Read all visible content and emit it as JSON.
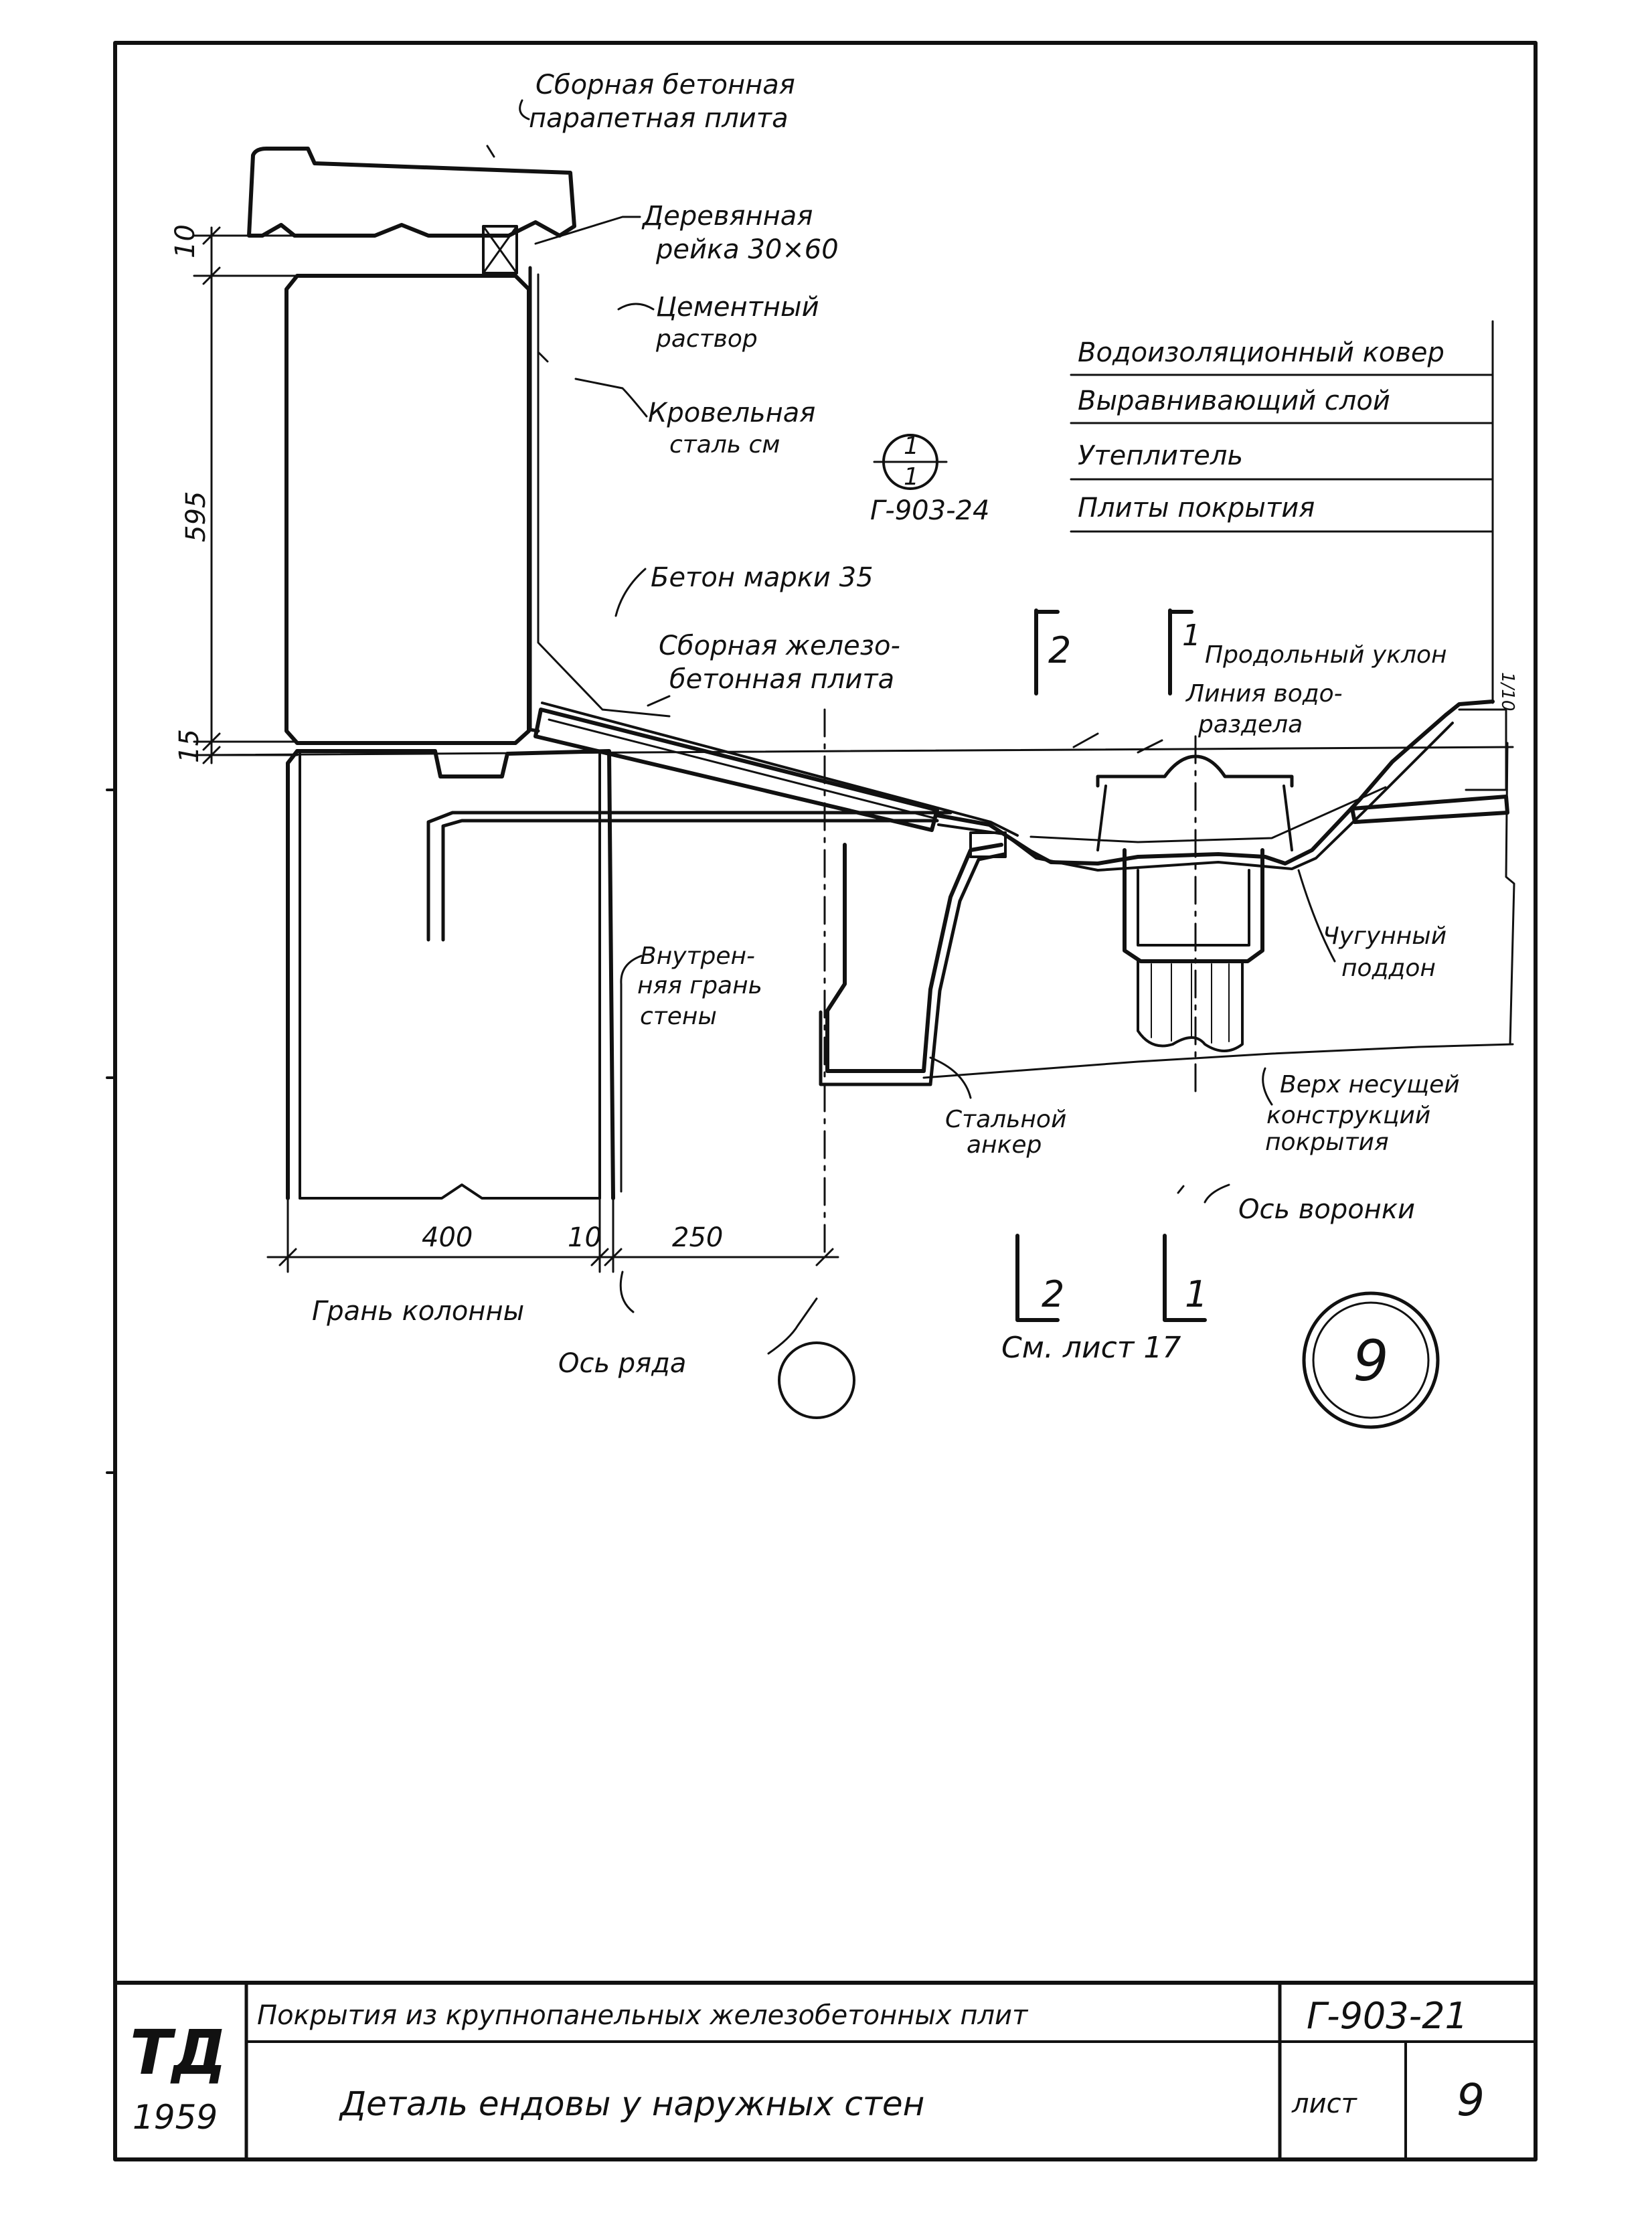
{
  "labels": {
    "parapet_slab": [
      "Сборная бетонная",
      "парапетная плита"
    ],
    "wood_strip": [
      "Деревянная",
      "рейка 30×60"
    ],
    "cement_mortar": [
      "Цементный",
      "раствор"
    ],
    "roof_steel": [
      "Кровельная",
      "сталь см"
    ],
    "concrete_grade": "Бетон марки 35",
    "rc_slab": [
      "Сборная железо-",
      "бетонная плита"
    ],
    "long_slope": "Продольный уклон",
    "watershed": [
      "Линия водо-",
      "раздела"
    ],
    "inner_face": [
      "Внутрен-",
      "няя грань",
      "стены"
    ],
    "steel_anchor": [
      "Стальной",
      "анкер"
    ],
    "cast_iron_tray": [
      "Чугунный",
      "поддон"
    ],
    "bearing_top": [
      "Верх несущей",
      "конструкций",
      "покрытия"
    ],
    "funnel_axis": "Ось воронки",
    "column_face": "Грань колонны",
    "row_axis": "Ось ряда",
    "see_sheet": "См. лист 17"
  },
  "layers": [
    "Водоизоляционный ковер",
    "Выравнивающий слой",
    "Утеплитель",
    "Плиты покрытия"
  ],
  "section_ref": {
    "num": "1",
    "den": "1",
    "code": "Г-903-24"
  },
  "section_marks": [
    "2",
    "1"
  ],
  "slope_value": "1/10",
  "detail_number": "9",
  "dimensions": {
    "d10_top": "10",
    "d595": "595",
    "d15": "15",
    "d400": "400",
    "d10_bottom": "10",
    "d250": "250"
  },
  "title_block": {
    "org": "ТД",
    "year": "1959",
    "series_title": "Покрытия из крупнопанельных железобетонных плит",
    "code": "Г-903-21",
    "sheet_title": "Деталь ендовы у наружных стен",
    "sheet_label": "лист",
    "sheet_number": "9"
  }
}
